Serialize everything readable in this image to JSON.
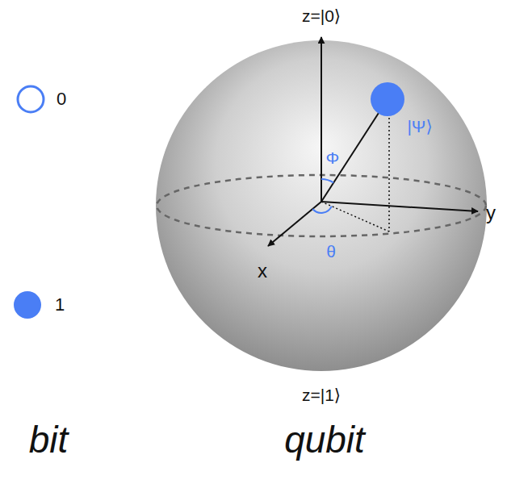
{
  "diagram": {
    "labels": [
      "z=|0⟩",
      "0",
      "|Ψ⟩",
      "Φ",
      "y",
      "θ",
      "x",
      "1",
      "z=|1⟩",
      "bit",
      "qubit"
    ]
  }
}
